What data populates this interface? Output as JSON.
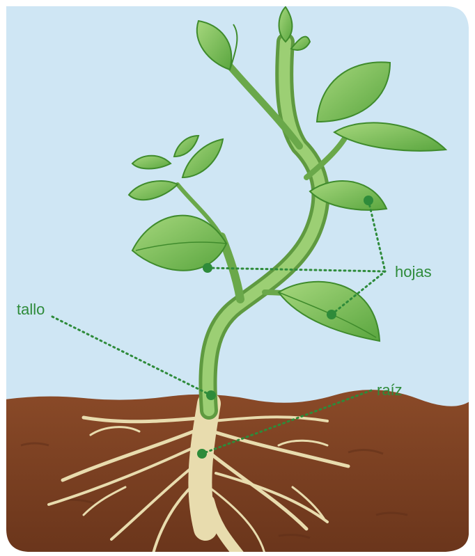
{
  "labels": {
    "hojas": "hojas",
    "tallo": "tallo",
    "raiz": "raíz"
  },
  "colors": {
    "sky": "#cfe6f4",
    "soil": "#7b3f22",
    "soil_dark": "#5e2e17",
    "label_green": "#2e8b3a",
    "leaf": "#7bc25a",
    "leaf_dark": "#3f8b2c",
    "stem": "#86c060",
    "root": "#e8dcae"
  }
}
